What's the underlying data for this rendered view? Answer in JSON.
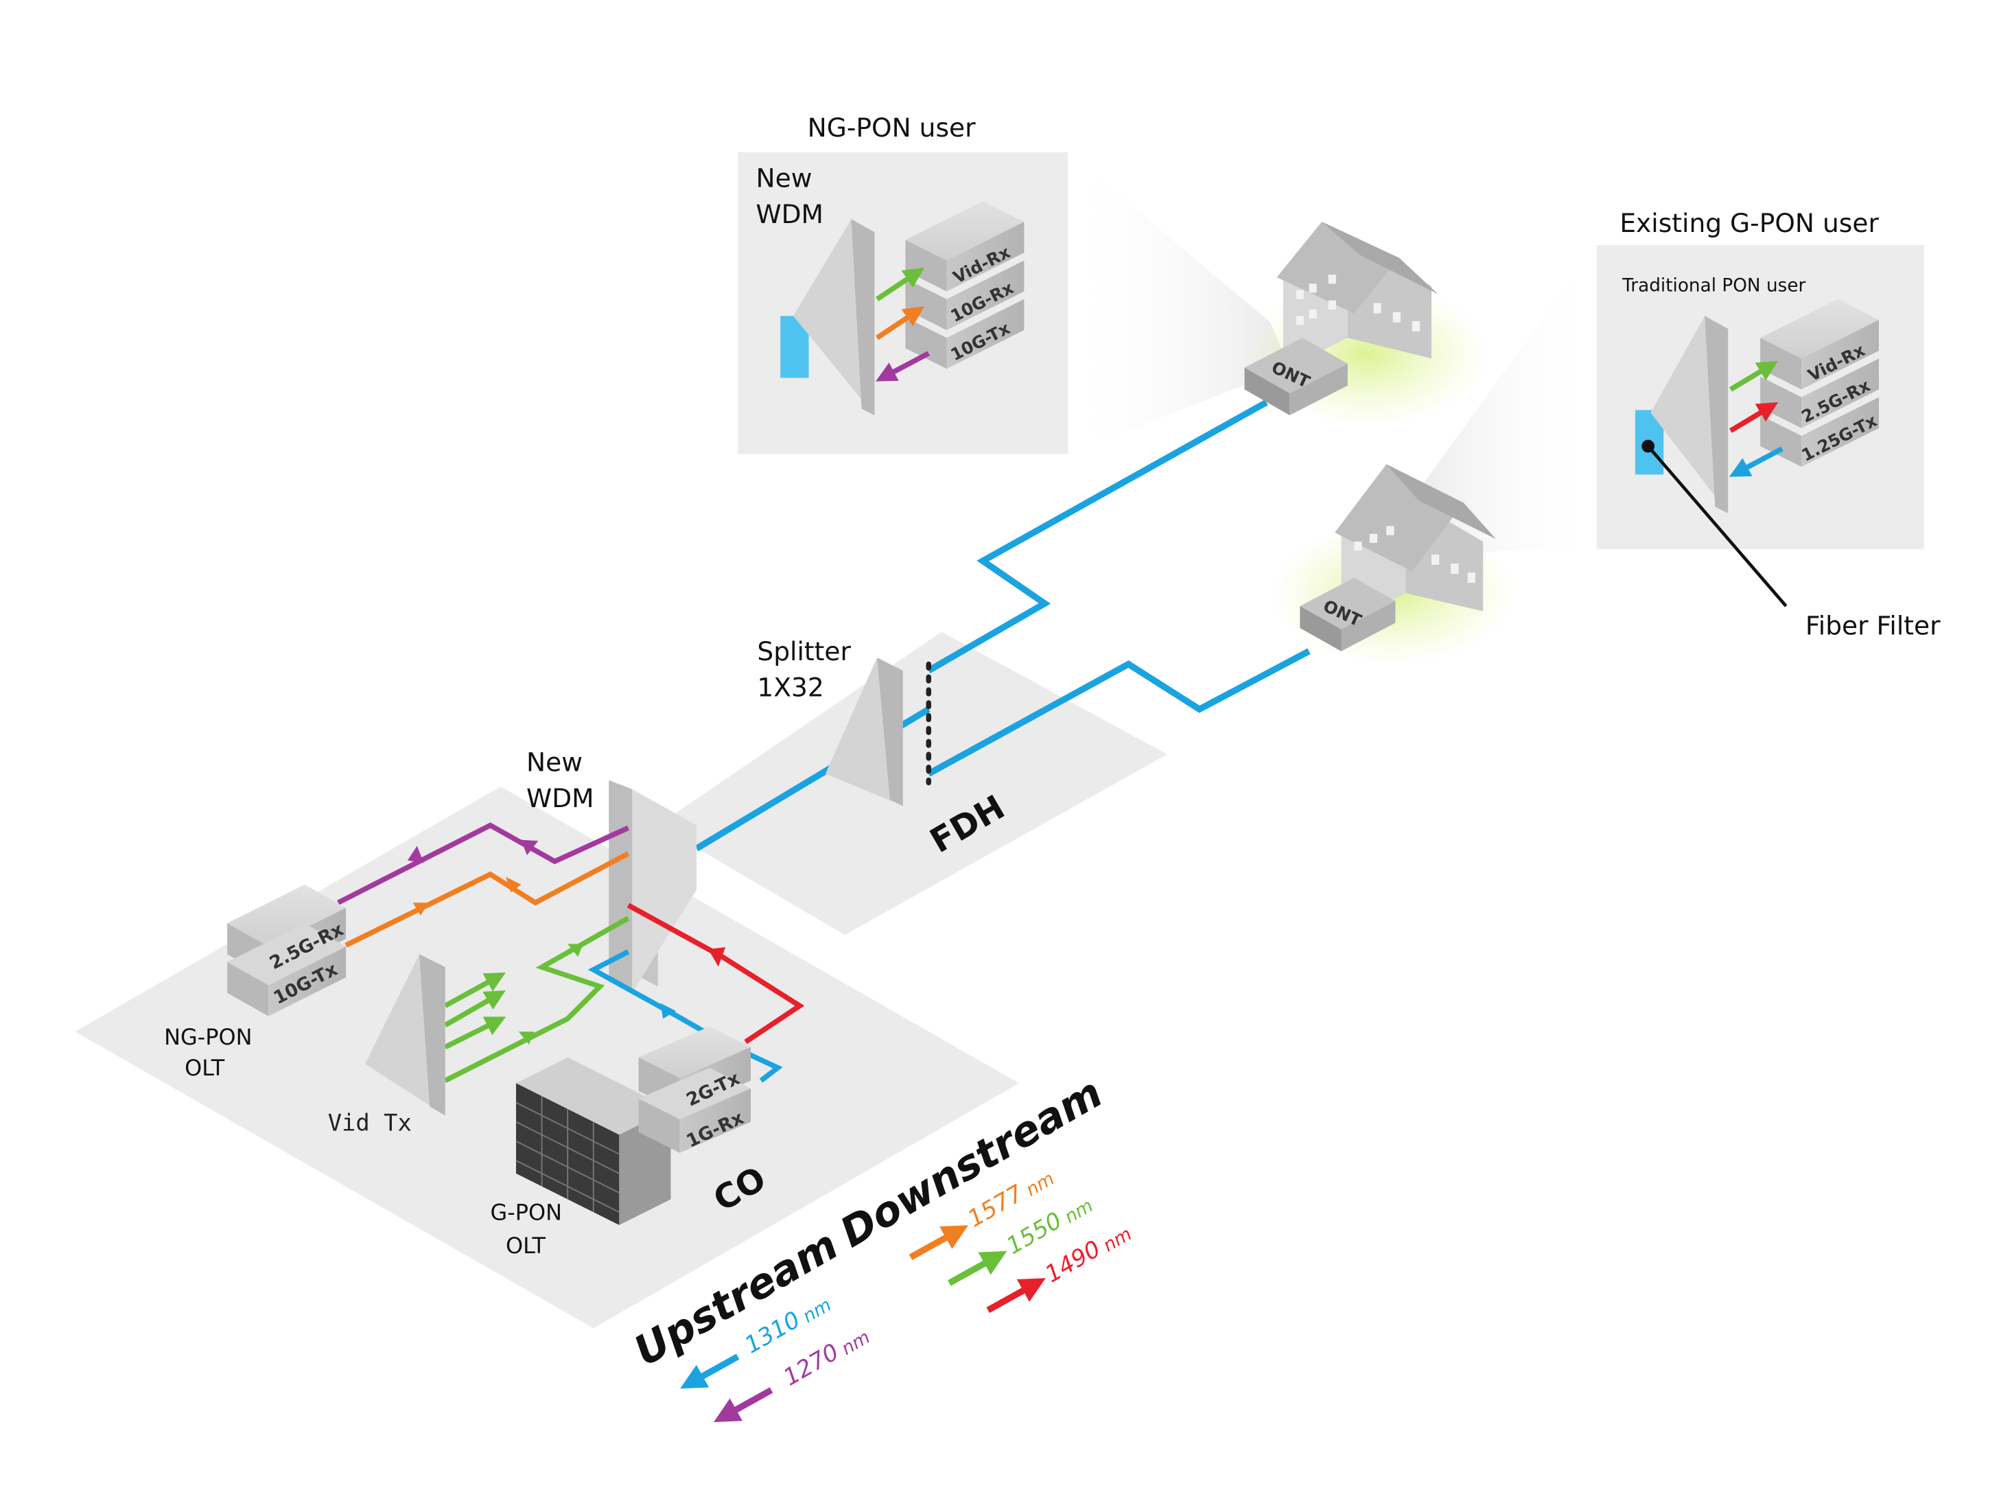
{
  "labels": {
    "ngpon_user": "NG-PON user",
    "ngpon_wdm": "New\nWDM",
    "existing_user": "Existing G-PON user",
    "traditional_user": "Traditional PON user",
    "fiber_filter": "Fiber Filter",
    "splitter": "Splitter\n1X32",
    "co_wdm": "New\nWDM",
    "fdh": "FDH",
    "co": "CO",
    "ngpon_olt": "NG-PON\nOLT",
    "gpon_olt": "G-PON\nOLT",
    "vid_tx": "Vid Tx",
    "ont": "ONT"
  },
  "ngpon_user_boxes": [
    "Vid-Rx",
    "10G-Rx",
    "10G-Tx"
  ],
  "existing_user_boxes": [
    "Vid-Rx",
    "2.5G-Rx",
    "1.25G-Tx"
  ],
  "ngpon_olt_boxes": [
    "2.5G-Rx",
    "10G-Tx"
  ],
  "gpon_olt_boxes": [
    "2G-Tx",
    "1G-Rx"
  ],
  "legend": {
    "upstream_title": "Upstream",
    "downstream_title": "Downstream",
    "upstream": [
      {
        "label": "1310",
        "unit": "nm",
        "color": "#1aa3e0"
      },
      {
        "label": "1270",
        "unit": "nm",
        "color": "#a23a9e"
      }
    ],
    "downstream": [
      {
        "label": "1577",
        "unit": "nm",
        "color": "#f07f22"
      },
      {
        "label": "1550",
        "unit": "nm",
        "color": "#6abf3a"
      },
      {
        "label": "1490",
        "unit": "nm",
        "color": "#e8202a"
      }
    ]
  },
  "colors": {
    "fiber": "#1aa3e0",
    "c1270": "#a23a9e",
    "c1577": "#f07f22",
    "c1550": "#6abf3a",
    "c1490": "#e8202a",
    "panel": "#ebebeb"
  }
}
